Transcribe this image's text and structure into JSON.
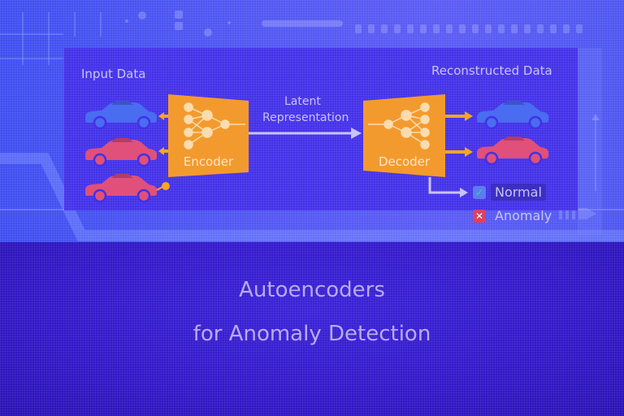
{
  "diagram": {
    "input_label": "Input Data",
    "output_label": "Reconstructed Data",
    "latent_label_line1": "Latent",
    "latent_label_line2": "Representation",
    "encoder_label": "Encoder",
    "decoder_label": "Decoder",
    "input_cars": [
      {
        "color": "#4a6cf0",
        "icon": "car-icon"
      },
      {
        "color": "#e0507a",
        "icon": "car-icon"
      },
      {
        "color": "#e0507a",
        "icon": "car-icon"
      }
    ],
    "output_cars": [
      {
        "color": "#4a6cf0",
        "icon": "car-icon"
      },
      {
        "color": "#e0507a",
        "icon": "car-icon"
      }
    ],
    "legend": [
      {
        "label": "Normal",
        "icon": "check-icon",
        "glyph": "✓",
        "color": "#5b7df0"
      },
      {
        "label": "Anomaly",
        "icon": "cross-icon",
        "glyph": "✕",
        "color": "#e0405e"
      }
    ],
    "block_color": "#f39a2e",
    "arrow_color": "#f5a623"
  },
  "title": {
    "line1": "Autoencoders",
    "line2": "for Anomaly Detection"
  }
}
